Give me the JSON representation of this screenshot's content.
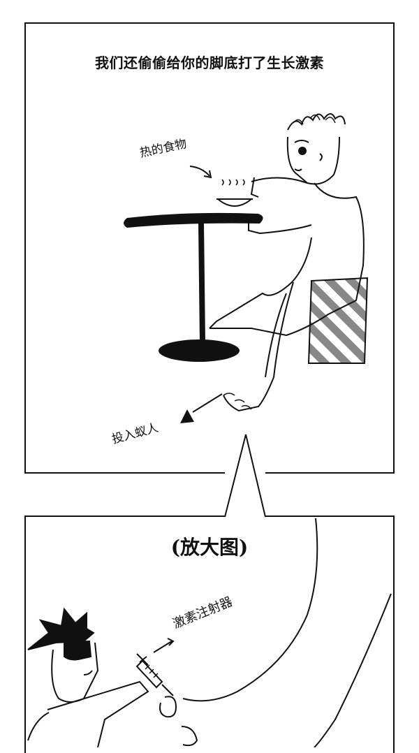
{
  "panels": {
    "top": {
      "caption": "我们还偷偷给你的脚底打了生长激素",
      "label_food": "热的食物",
      "label_ant": "投入蚁人"
    },
    "bottom": {
      "caption": "(放大图)",
      "label_syringe": "激素注射器"
    }
  },
  "colors": {
    "ink": "#111111",
    "hatch_gray": "#888888",
    "paper": "#ffffff"
  }
}
